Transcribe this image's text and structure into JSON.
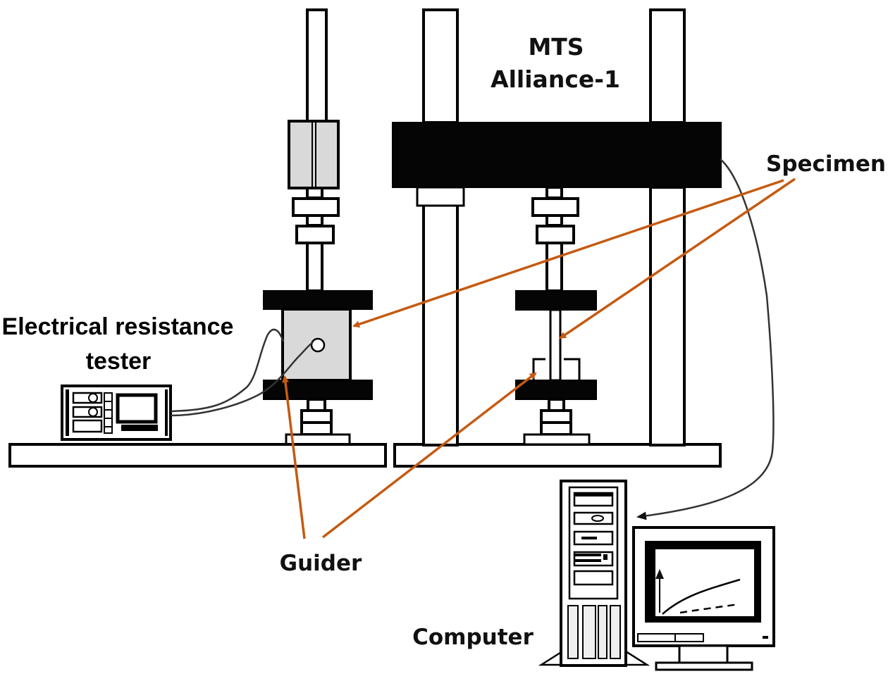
{
  "diagram": {
    "title": "Electrical resistance test setup with MTS Alliance-1",
    "labels": {
      "machine_line1": "MTS",
      "machine_line2": "Alliance-1",
      "specimen": "Specimen",
      "resistance_tester_line1": "Electrical resistance",
      "resistance_tester_line2": "tester",
      "guider": "Guider",
      "computer": "Computer"
    },
    "colors": {
      "annotation_arrow": "#c55a11",
      "frame_black": "#050505",
      "specimen_fill": "#d9d9d9",
      "wire": "#333333"
    },
    "components": [
      "left-loading-column",
      "mts-load-frame",
      "specimen-large",
      "specimen-small",
      "guider-left",
      "guider-right",
      "electrical-resistance-tester",
      "computer-tower",
      "computer-monitor",
      "base-plate-left",
      "base-plate-right"
    ]
  }
}
